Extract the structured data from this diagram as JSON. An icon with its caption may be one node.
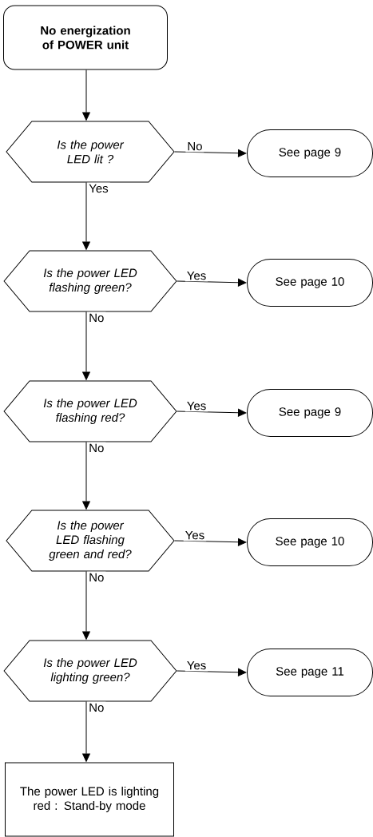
{
  "diagram": {
    "nodes": [
      {
        "text": [
          "No energization of POWER unit"
        ]
      },
      {
        "text": [
          "Is the power LED lit ?"
        ]
      },
      {
        "text": [
          "See page 9"
        ]
      },
      {
        "text": [
          "Is the power LED flashing green?"
        ]
      },
      {
        "text": [
          "See page 10"
        ]
      },
      {
        "text": [
          "Is the power LED flashing red?"
        ]
      },
      {
        "text": [
          "See page 9"
        ]
      },
      {
        "text": [
          "Is the power LED flashing green and red?"
        ]
      },
      {
        "text": [
          "See page 10"
        ]
      },
      {
        "text": [
          "Is the power LED lighting green?"
        ]
      },
      {
        "text": [
          "See page 11"
        ]
      },
      {
        "text": [
          "The power LED is lighting red : Stand-by mode"
        ]
      }
    ],
    "edges": [
      {
        "from": 0,
        "to": 1,
        "arrow": "to"
      },
      {
        "from": 1,
        "to": 2,
        "arrow": "to",
        "label": "No"
      },
      {
        "from": 1,
        "to": 3,
        "arrow": "to",
        "label": "Yes"
      },
      {
        "from": 3,
        "to": 4,
        "arrow": "to",
        "label": "Yes"
      },
      {
        "from": 3,
        "to": 5,
        "arrow": "to",
        "label": "No"
      },
      {
        "from": 5,
        "to": 6,
        "arrow": "to",
        "label": "Yes"
      },
      {
        "from": 5,
        "to": 7,
        "arrow": "to",
        "label": "No"
      },
      {
        "from": 7,
        "to": 8,
        "arrow": "to",
        "label": "Yes"
      },
      {
        "from": 7,
        "to": 9,
        "arrow": "to",
        "label": "No"
      },
      {
        "from": 9,
        "to": 10,
        "arrow": "to",
        "label": "Yes"
      },
      {
        "from": 9,
        "to": 11,
        "arrow": "to",
        "label": "No"
      }
    ]
  }
}
